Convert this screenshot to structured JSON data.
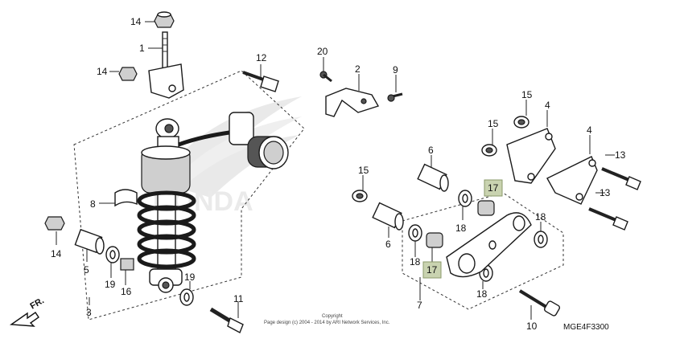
{
  "diagram": {
    "diagram_code": "MGE4F3300",
    "copyright_line1": "Copyright",
    "copyright_line2": "Page design (c) 2004 - 2014 by ARI Network Services, Inc.",
    "watermark_brand": "HONDA",
    "front_indicator": "FR.",
    "callouts": {
      "c14_top": "14",
      "c1": "1",
      "c14_left": "14",
      "c12": "12",
      "c8": "8",
      "c14_bottom": "14",
      "c5": "5",
      "c19_left": "19",
      "c16": "16",
      "c19_right": "19",
      "c3": "3",
      "c11": "11",
      "c20": "20",
      "c2": "2",
      "c9": "9",
      "c15_top": "15",
      "c15_mid": "15",
      "c4_a": "4",
      "c4_b": "4",
      "c13_a": "13",
      "c13_b": "13",
      "c6_upper": "6",
      "c15_left": "15",
      "c17_upper": "17",
      "c18_a": "18",
      "c18_b": "18",
      "c6_lower": "6",
      "c18_c": "18",
      "c17_lower": "17",
      "c18_d": "18",
      "c7": "7",
      "c10": "10"
    },
    "highlight_color": "#c9d3b0"
  }
}
